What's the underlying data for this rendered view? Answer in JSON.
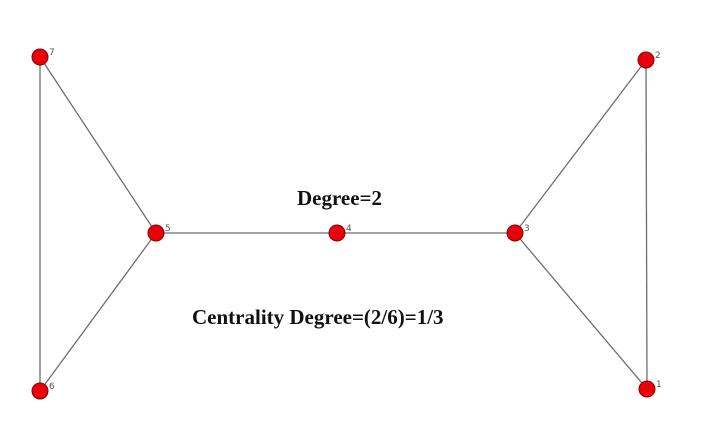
{
  "graph": {
    "nodes": [
      {
        "id": "1",
        "label": "1"
      },
      {
        "id": "2",
        "label": "2"
      },
      {
        "id": "3",
        "label": "3"
      },
      {
        "id": "4",
        "label": "4"
      },
      {
        "id": "5",
        "label": "5"
      },
      {
        "id": "6",
        "label": "6"
      },
      {
        "id": "7",
        "label": "7"
      }
    ],
    "edges": [
      [
        "7",
        "5"
      ],
      [
        "7",
        "6"
      ],
      [
        "6",
        "5"
      ],
      [
        "5",
        "4"
      ],
      [
        "4",
        "3"
      ],
      [
        "3",
        "2"
      ],
      [
        "3",
        "1"
      ],
      [
        "2",
        "1"
      ]
    ],
    "node_color": "#e8000b",
    "edge_color": "#6e6e6e"
  },
  "annotations": {
    "degree": "Degree=2",
    "centrality": "Centrality Degree=(2/6)=1/3"
  }
}
